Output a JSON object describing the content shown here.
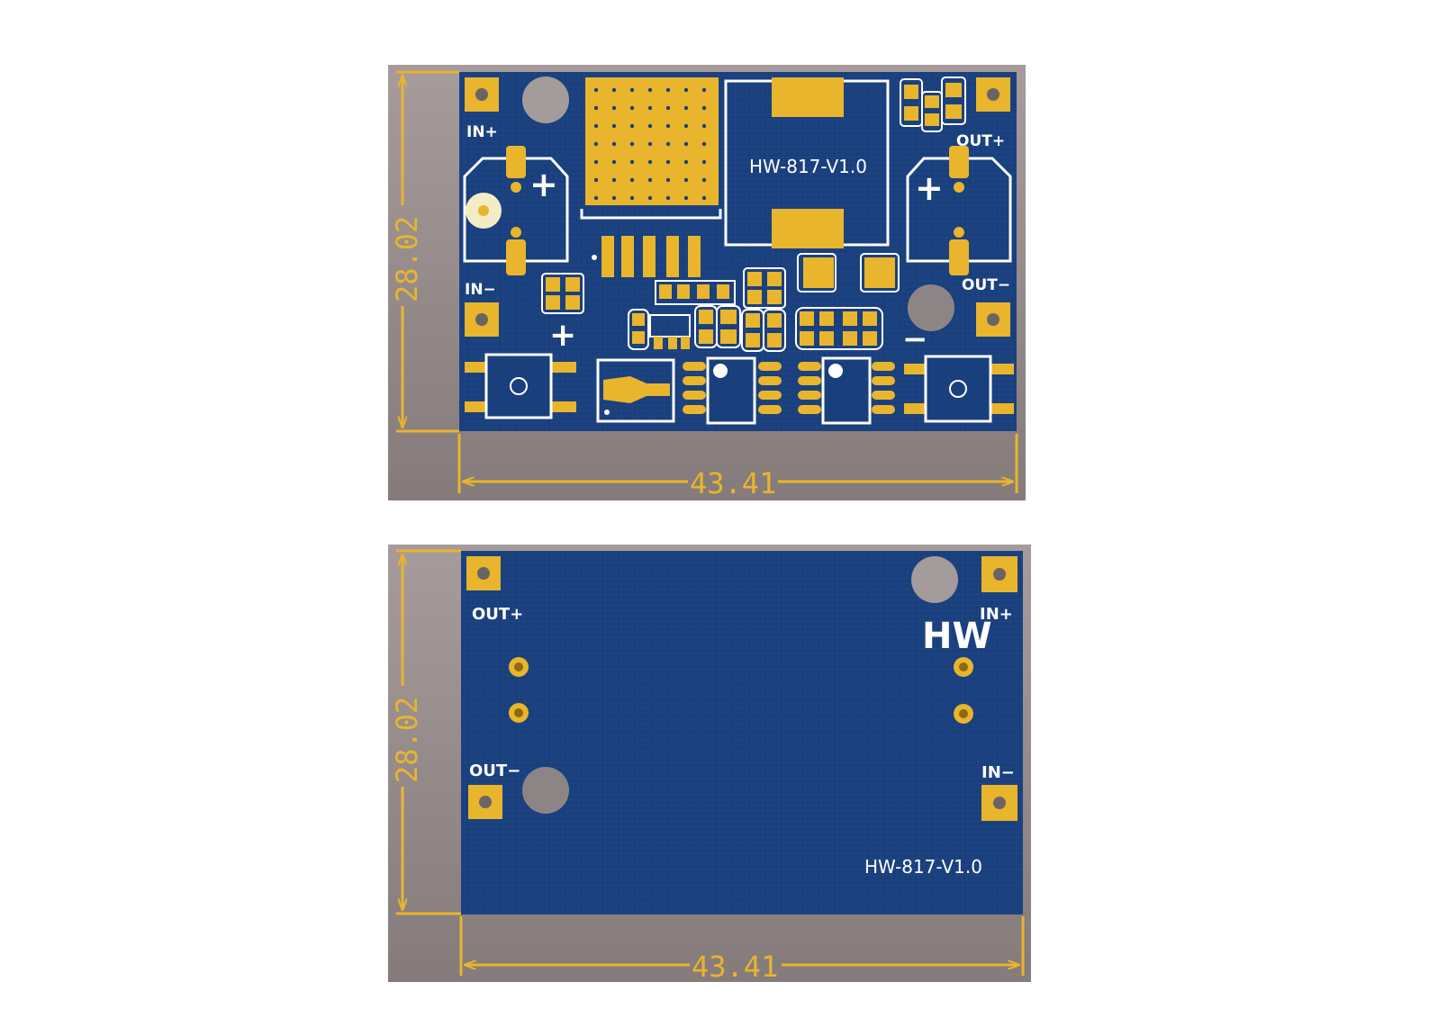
{
  "colors": {
    "board": "#1a3f7d",
    "board_dark": "#163466",
    "copper": "#e8b52c",
    "silk": "#ffffff",
    "dimension": "#e8b52c",
    "frame": "#8f8a8a",
    "hole": "#a49b9b"
  },
  "dimensions": {
    "height": "28.02",
    "width": "43.41"
  },
  "top_board": {
    "model": "HW-817-V1.0",
    "labels": {
      "in_plus": "IN+",
      "in_minus": "IN−",
      "out_plus": "OUT+",
      "out_minus": "OUT−"
    },
    "symbols": {
      "plus": "+",
      "minus": "−"
    }
  },
  "bottom_board": {
    "brand": "HW",
    "model": "HW-817-V1.0",
    "labels": {
      "out_plus": "OUT+",
      "out_minus": "OUT−",
      "in_plus": "IN+",
      "in_minus": "IN−"
    }
  }
}
